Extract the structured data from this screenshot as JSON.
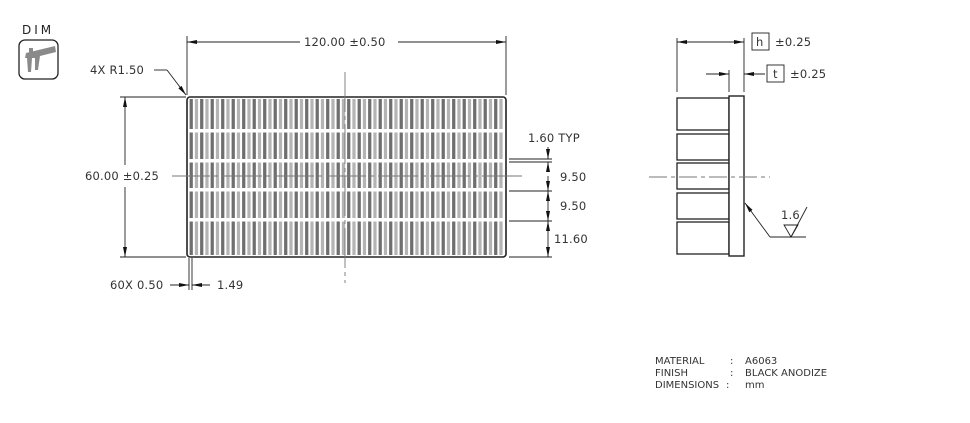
{
  "badge": {
    "label": "DIM",
    "icon": "caliper-icon"
  },
  "front_view": {
    "width_dim": "120.00 ±0.50",
    "height_dim": "60.00 ±0.25",
    "corner_radius": "4X R1.50",
    "fin_count_thickness": "60X 0.50",
    "fin_pitch": "1.49",
    "groove_width": "1.60 TYP",
    "row_dims": [
      "9.50",
      "9.50",
      "11.60"
    ],
    "fin_count": 60,
    "rows": 5
  },
  "side_view": {
    "overall_height_symbol": "h",
    "overall_height_tol": "±0.25",
    "base_thickness_symbol": "t",
    "base_thickness_tol": "±0.25",
    "surface_finish": "1.6"
  },
  "notes": [
    {
      "key": "MATERIAL",
      "sep": ":",
      "value": "A6063"
    },
    {
      "key": "FINISH",
      "sep": ":",
      "value": "BLACK ANODIZE"
    },
    {
      "key": "DIMENSIONS",
      "sep": ":",
      "value": "mm"
    }
  ],
  "colors": {
    "line": "#222222",
    "fin_dark": "#6e6e6e",
    "fin_light": "#b4b4b4",
    "icon_fill": "#8a8a8a"
  }
}
